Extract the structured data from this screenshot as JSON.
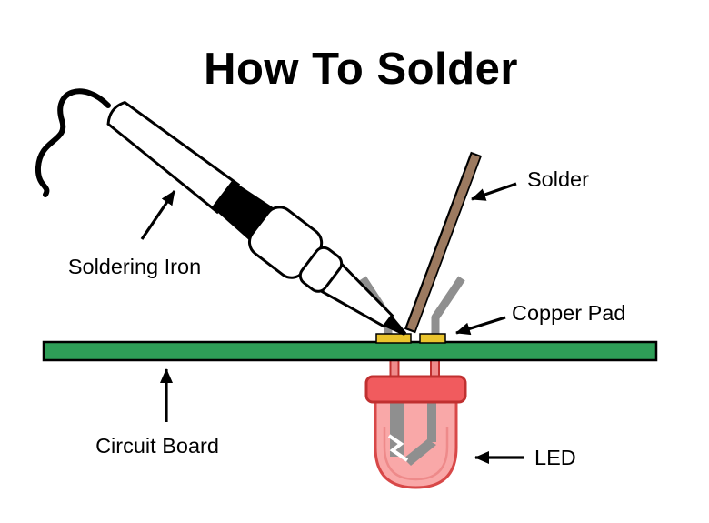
{
  "title": "How To Solder",
  "labels": {
    "soldering_iron": "Soldering Iron",
    "solder": "Solder",
    "copper_pad": "Copper Pad",
    "circuit_board": "Circuit Board",
    "led": "LED"
  },
  "colors": {
    "background": "#FFFFFF",
    "outline": "#000000",
    "board_green": "#2E9E57",
    "pad_gold": "#EAC42D",
    "solder_brown": "#9C7A60",
    "lead_gray": "#8F8F8F",
    "led_red": "#F15B5E",
    "led_pink": "#F9A8A8"
  }
}
